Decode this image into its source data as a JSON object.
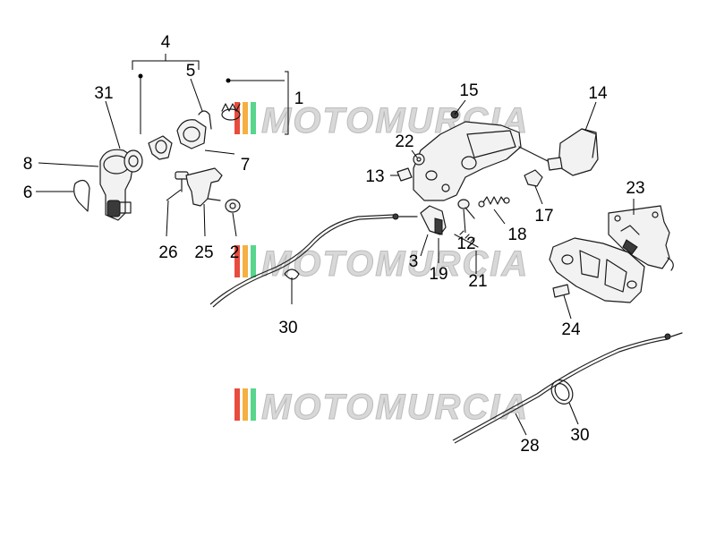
{
  "watermark": {
    "brand": "MOTOMURCIA",
    "colors": [
      "#e74c3c",
      "#f5b041",
      "#58d68d",
      "#bdbdbd"
    ]
  },
  "labels": [
    "4",
    "5",
    "1",
    "31",
    "8",
    "6",
    "7",
    "26",
    "25",
    "2",
    "15",
    "14",
    "22",
    "13",
    "17",
    "23",
    "12",
    "18",
    "3",
    "19",
    "21",
    "30",
    "24",
    "30",
    "28"
  ]
}
